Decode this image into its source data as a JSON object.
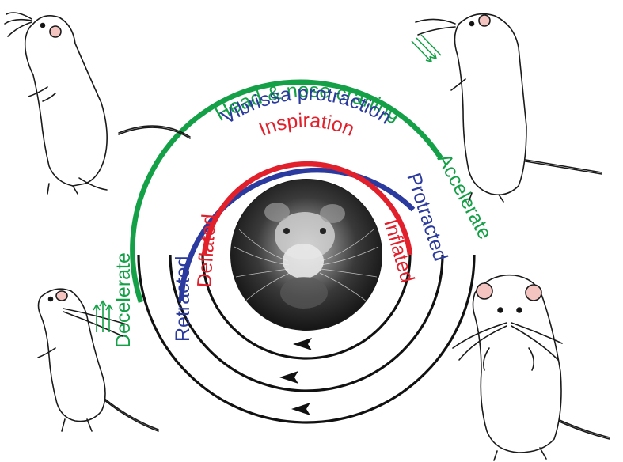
{
  "colors": {
    "green": "#14a046",
    "blue": "#2b3a9e",
    "red": "#e2202c",
    "black": "#111111",
    "rat_fill": "#ffffff",
    "rat_ear": "#f4c4c0",
    "tail": "#f0d0c8"
  },
  "rings": {
    "outer": {
      "arc_label": "Head & nose craning",
      "left_label": "Decelerate",
      "right_label": "Accelerate"
    },
    "middle": {
      "arc_label": "Vibrissa protraction",
      "left_label": "Retracted",
      "right_label": "Protracted"
    },
    "inner": {
      "arc_label": "Inspiration",
      "left_label": "Deflated",
      "right_label": "Inflated"
    }
  },
  "center_image": "rat-nose-photo",
  "icons": [
    "rat-rearing-left-icon",
    "rat-rearing-right-icon",
    "rat-sniffing-left-icon",
    "rat-facing-front-icon",
    "motion-arrows-icon"
  ]
}
